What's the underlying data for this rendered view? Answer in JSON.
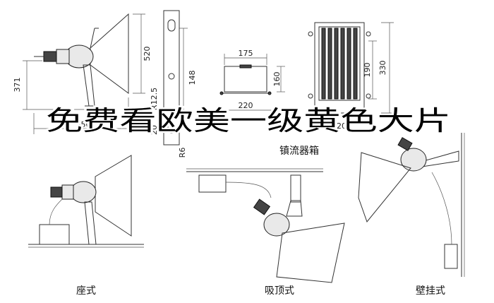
{
  "dimensions": {
    "lamp_height": "520",
    "lamp_width": "550",
    "mount_height": "371",
    "bracket_length": "148",
    "bracket_radius": "R12.5",
    "bracket_hole": "R6",
    "bracket_offset": "20",
    "ballast_width": "175",
    "ballast_height": "160",
    "ballast_base": "220",
    "grille_height_inner": "190",
    "grille_height_outer": "330",
    "grille_base": "20"
  },
  "labels": {
    "ballast_box": "镇流器箱",
    "seat_mount": "座式",
    "ceiling_mount": "吸顶式",
    "wall_mount": "壁挂式",
    "banner": "免费看欧美一级黄色大片"
  }
}
